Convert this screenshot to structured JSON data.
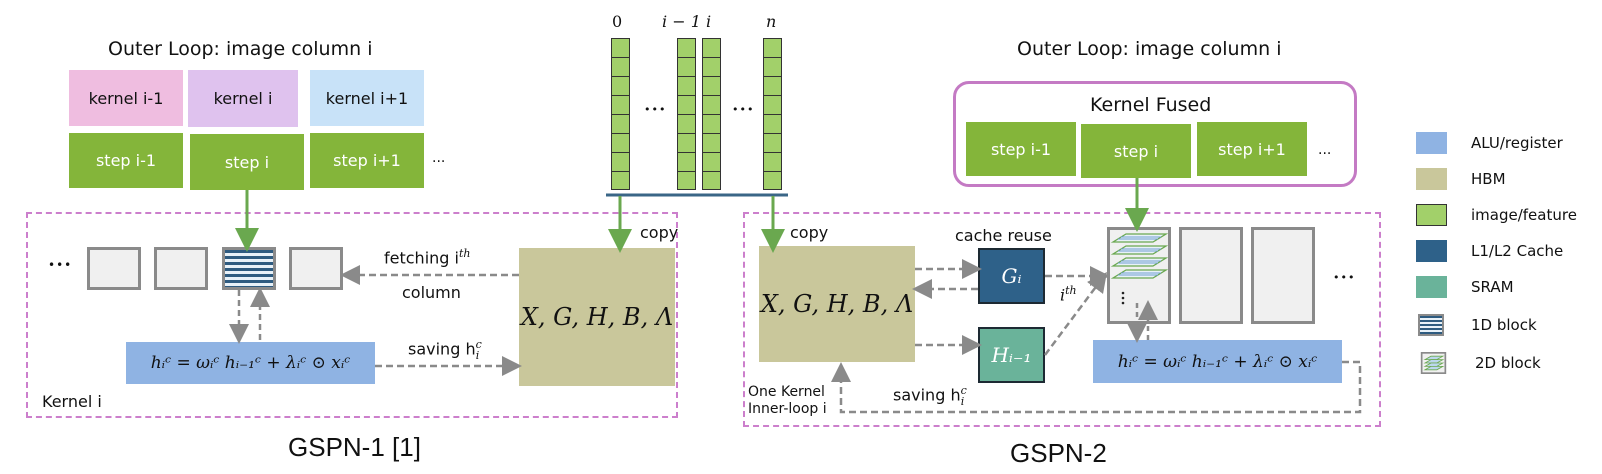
{
  "colors": {
    "step_green": "#84b53a",
    "kernel_prev": "#efbde0",
    "kernel_cur": "#dfc2ee",
    "kernel_next": "#c8e2f8",
    "hbm": "#c9c79b",
    "alu": "#8fb3e3",
    "cache": "#2e6189",
    "sram": "#6ab39a",
    "image_feature": "#a2d06a",
    "dashed_frame": "#cc7fcc",
    "arrow_gray": "#8a8a8a"
  },
  "left": {
    "title": "Outer Loop: image column i",
    "kernels": [
      "kernel i-1",
      "kernel i",
      "kernel i+1"
    ],
    "steps": [
      "step i-1",
      "step i",
      "step i+1"
    ],
    "steps_ellipsis": "...",
    "blocks_ellipsis": "•••",
    "fetch_label": "fetching i",
    "fetch_sup": "th",
    "fetch_label_2": "column",
    "saving_label": "saving h",
    "saving_sup": "c",
    "saving_sub": "i",
    "copy_label": "copy",
    "hbm_text": "X, G, H, B, Λ",
    "equation": "hᵢᶜ = ωᵢᶜ hᵢ₋₁ᶜ + λᵢᶜ ⊙ xᵢᶜ",
    "frame_label": "Kernel i",
    "caption": "GSPN-1 [1]"
  },
  "center": {
    "column_labels": [
      "0",
      "i − 1",
      "i",
      "n"
    ],
    "ellipsis": "•••"
  },
  "right": {
    "title": "Outer Loop: image column i",
    "fused_label": "Kernel Fused",
    "steps": [
      "step i-1",
      "step i",
      "step i+1"
    ],
    "steps_ellipsis": "...",
    "copy_label": "copy",
    "cache_reuse_label": "cache reuse",
    "hbm_text": "X, G, H, B, Λ",
    "g_box": "Gᵢ",
    "h_box": "Hᵢ₋₁",
    "ith_label": "i",
    "ith_sup": "th",
    "blocks_ellipsis": "•••",
    "saving_label": "saving h",
    "saving_sup": "c",
    "saving_sub": "i",
    "equation": "hᵢᶜ = ωᵢᶜ hᵢ₋₁ᶜ + λᵢᶜ ⊙ xᵢᶜ",
    "frame_label_1": "One Kernel",
    "frame_label_2": "Inner-loop i",
    "caption": "GSPN-2"
  },
  "legend": [
    {
      "label": "ALU/register",
      "type": "alu"
    },
    {
      "label": "HBM",
      "type": "hbm"
    },
    {
      "label": "image/feature",
      "type": "image"
    },
    {
      "label": "L1/L2 Cache",
      "type": "cache"
    },
    {
      "label": "SRAM",
      "type": "sram"
    },
    {
      "label": "1D block",
      "type": "block1d"
    },
    {
      "label": "2D block",
      "type": "block2d"
    }
  ]
}
